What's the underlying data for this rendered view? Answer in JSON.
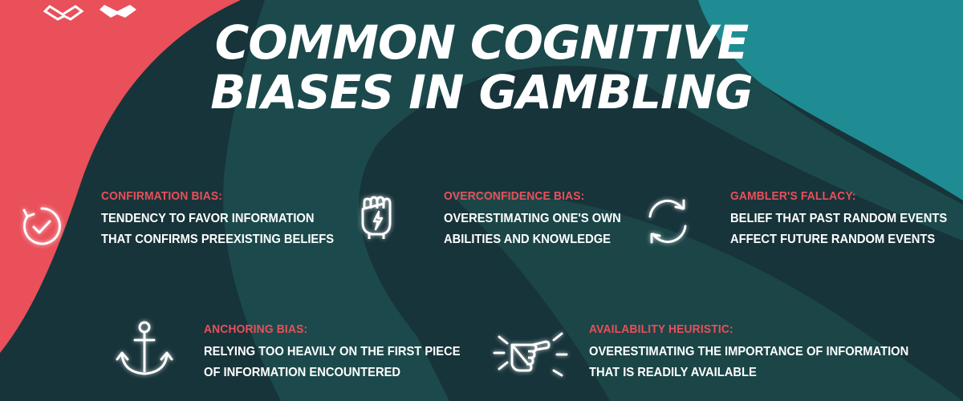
{
  "title": {
    "line1": "COMMON COGNITIVE",
    "line2": "BIASES IN GAMBLING"
  },
  "colors": {
    "coral": "#e9505a",
    "teal_dark": "#1c4a4c",
    "teal_bright": "#1f8c93",
    "background": "#17343a",
    "text": "#ffffff"
  },
  "biases": [
    {
      "label": "CONFIRMATION BIAS:",
      "line1": "TENDENCY TO FAVOR INFORMATION",
      "line2": "THAT CONFIRMS PREEXISTING BELIEFS",
      "icon": "circular-check-icon"
    },
    {
      "label": "OVERCONFIDENCE BIAS:",
      "line1": "OVERESTIMATING ONE'S OWN",
      "line2": "ABILITIES AND KNOWLEDGE",
      "icon": "fist-lightning-icon"
    },
    {
      "label": "GAMBLER'S FALLACY:",
      "line1": "BELIEF THAT PAST RANDOM EVENTS",
      "line2": "AFFECT FUTURE RANDOM EVENTS",
      "icon": "cycle-arrows-icon"
    },
    {
      "label": "ANCHORING BIAS:",
      "line1": "RELYING TOO HEAVILY ON THE FIRST PIECE",
      "line2": "OF INFORMATION ENCOUNTERED",
      "icon": "anchor-icon"
    },
    {
      "label": "AVAILABILITY HEURISTIC:",
      "line1": "OVERESTIMATING THE IMPORTANCE OF INFORMATION",
      "line2": "THAT IS READILY AVAILABLE",
      "icon": "pointing-hand-icon"
    }
  ]
}
